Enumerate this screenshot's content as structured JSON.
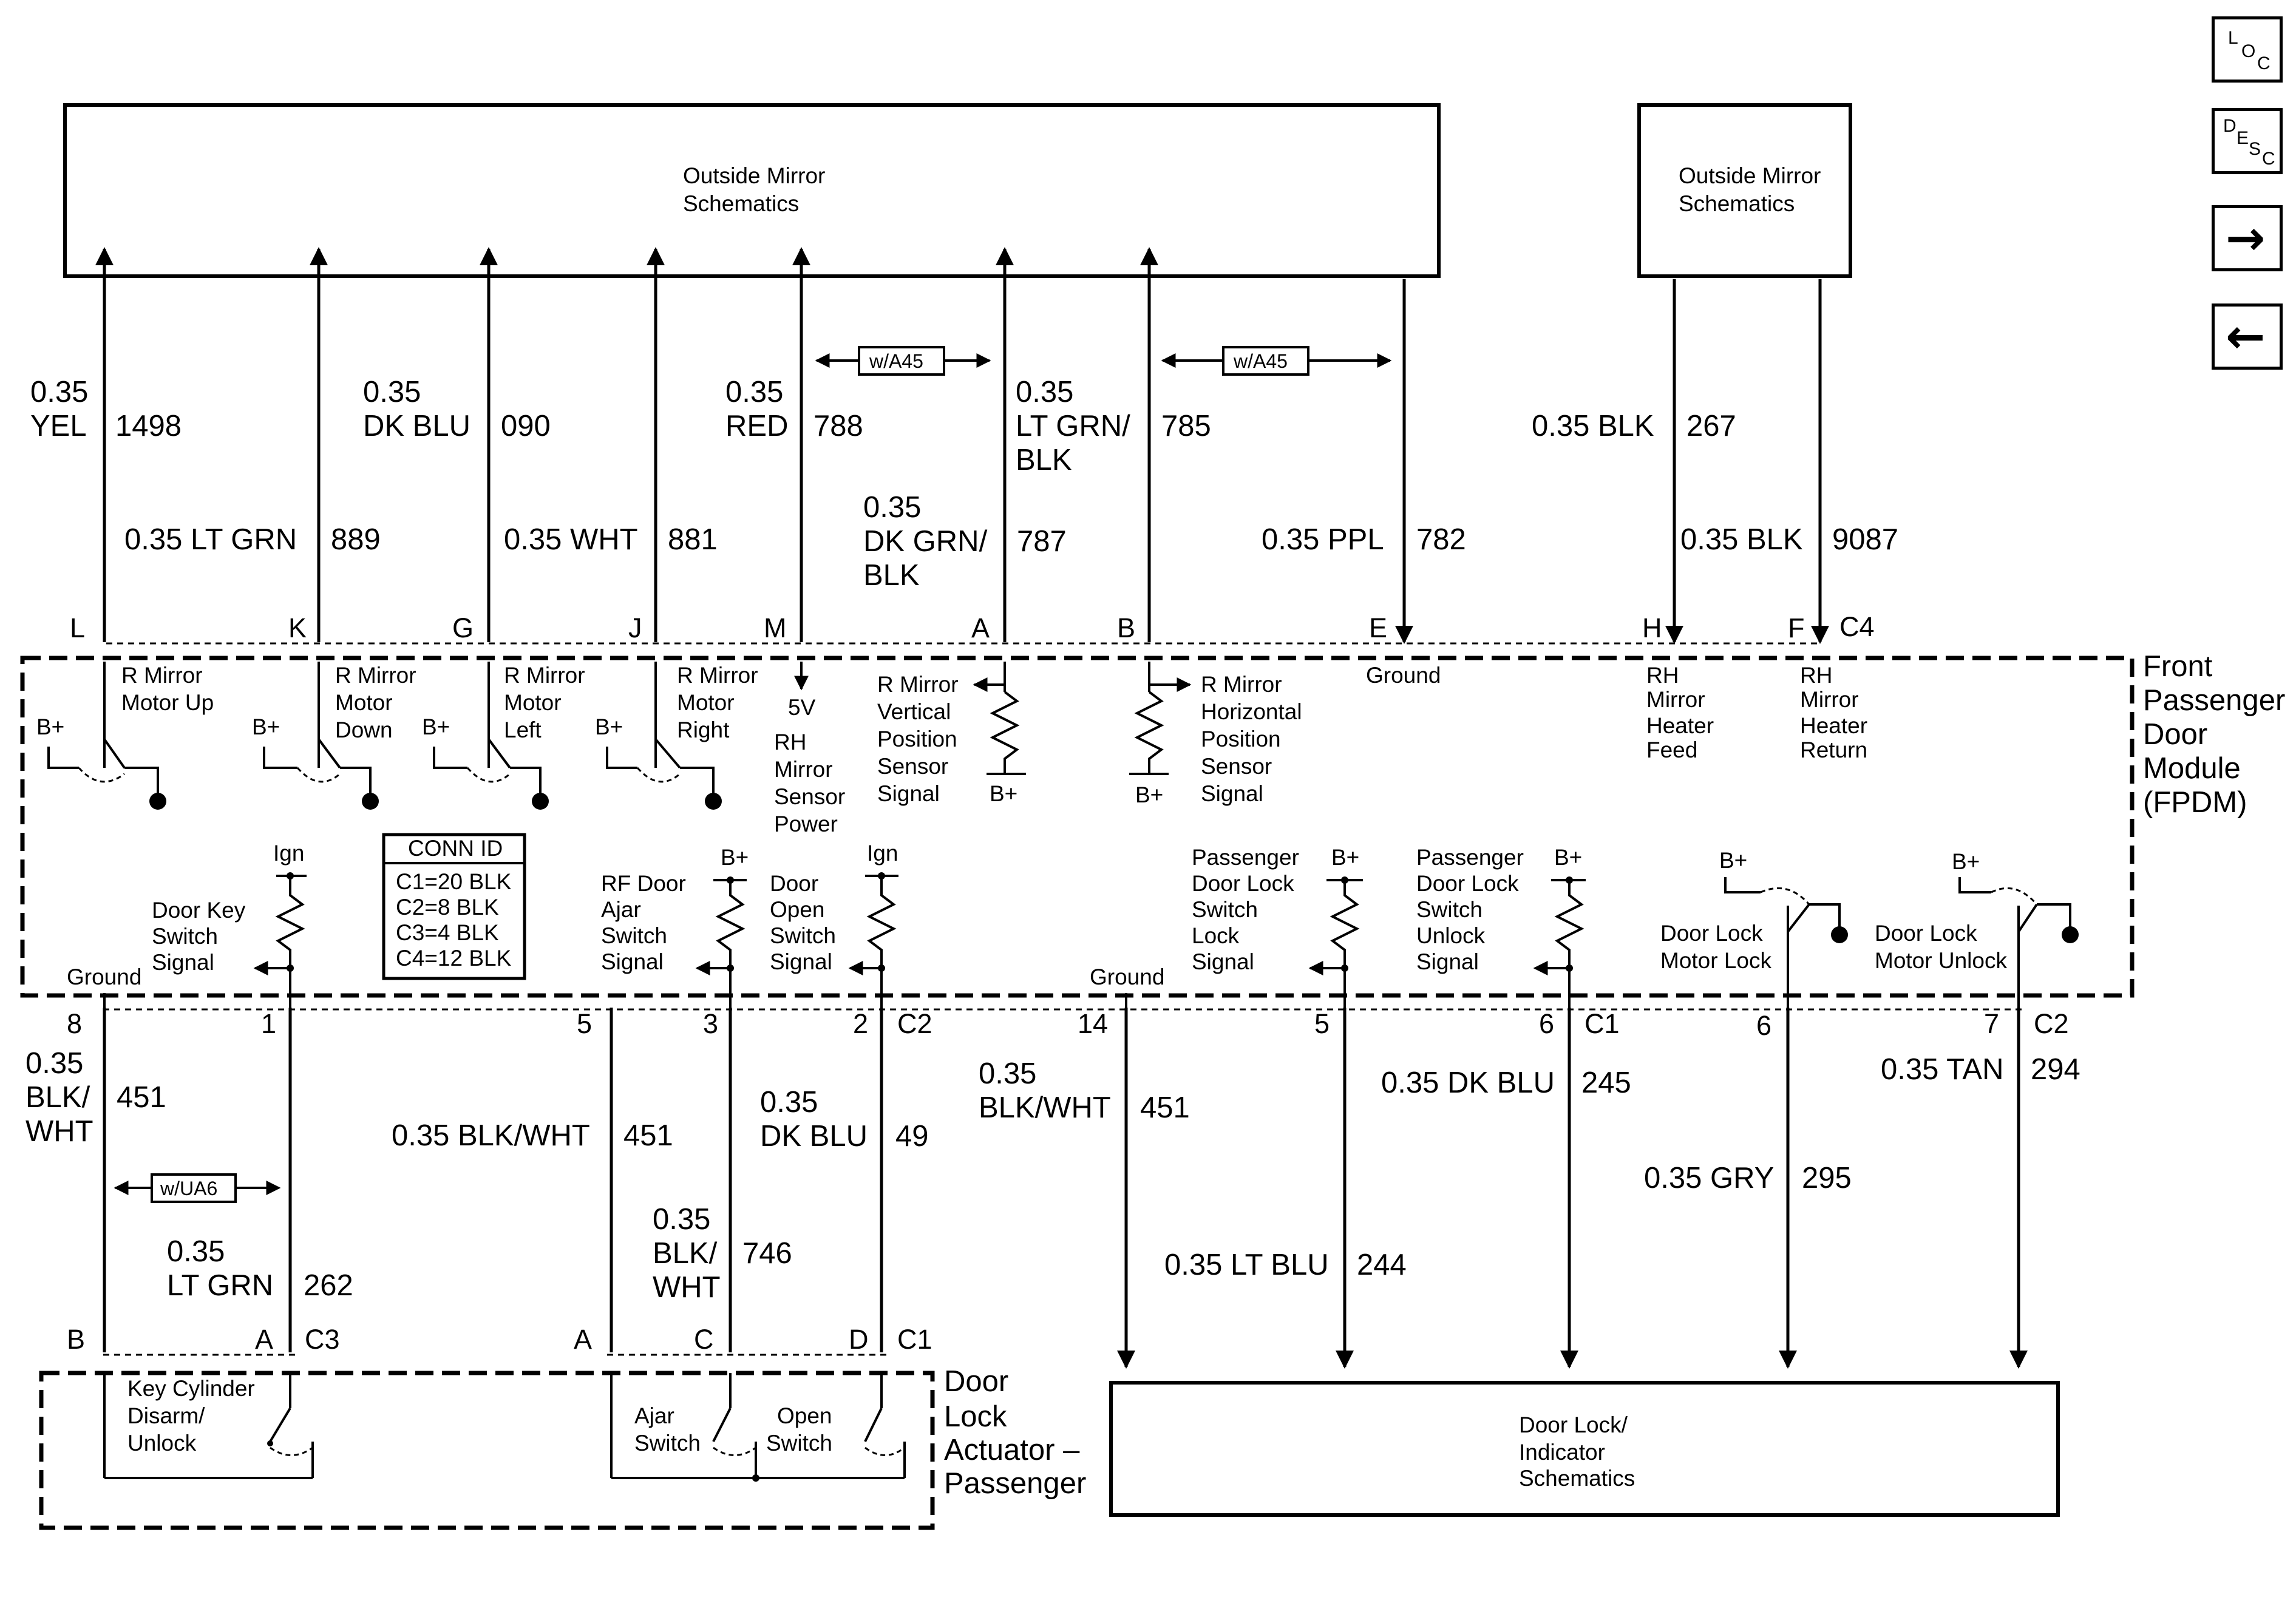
{
  "boxes": {
    "top_left": [
      "Outside Mirror",
      "Schematics"
    ],
    "top_right": [
      "Outside Mirror",
      "Schematics"
    ],
    "bottom_right": [
      "Door Lock/",
      "Indicator",
      "Schematics"
    ]
  },
  "module": {
    "name": [
      "Front",
      "Passenger",
      "Door",
      "Module",
      "(FPDM)"
    ],
    "conn_upper": "C4",
    "conn_lower_left": "C2",
    "conn_lower_right": "C1",
    "conn_lower_far": "C2"
  },
  "actuator": {
    "name": [
      "Door",
      "Lock",
      "Actuator –",
      "Passenger"
    ],
    "conn_left": "C3",
    "conn_right": "C1"
  },
  "option_tags": {
    "a": "w/A45",
    "b": "w/A45",
    "c": "w/UA6"
  },
  "conn_id": {
    "title": "CONN ID",
    "lines": [
      "C1=20 BLK",
      "C2=8 BLK",
      "C3=4 BLK",
      "C4=12 BLK"
    ]
  },
  "top_wires": [
    {
      "pin": "L",
      "label": [
        "0.35",
        "YEL"
      ],
      "circuit": "1498"
    },
    {
      "pin": "K",
      "label": [
        "0.35 LT GRN"
      ],
      "circuit": "889"
    },
    {
      "pin": "G",
      "label": [
        "0.35",
        "DK BLU"
      ],
      "circuit": "090"
    },
    {
      "pin": "J",
      "label": [
        "0.35 WHT"
      ],
      "circuit": "881"
    },
    {
      "pin": "M",
      "label": [
        "0.35",
        "RED"
      ],
      "circuit": "788"
    },
    {
      "pin": "A",
      "label": [
        "0.35",
        "DK GRN/",
        "BLK"
      ],
      "circuit": "787"
    },
    {
      "pin": "B",
      "label": [
        "0.35",
        "LT GRN/",
        "BLK"
      ],
      "circuit": "785"
    },
    {
      "pin": "E",
      "label": [
        "0.35 PPL"
      ],
      "circuit": "782"
    },
    {
      "pin": "H",
      "label": [
        "0.35 BLK"
      ],
      "circuit": "267"
    },
    {
      "pin": "F",
      "label": [
        "0.35 BLK"
      ],
      "circuit": "9087"
    }
  ],
  "top_funcs": {
    "L": [
      "R Mirror",
      "Motor Up"
    ],
    "K": [
      "R Mirror",
      "Motor",
      "Down"
    ],
    "G": [
      "R Mirror",
      "Motor",
      "Left"
    ],
    "J": [
      "R Mirror",
      "Motor",
      "Right"
    ],
    "M": [
      "5V",
      "RH",
      "Mirror",
      "Sensor",
      "Power"
    ],
    "A": [
      "R Mirror",
      "Vertical",
      "Position",
      "Sensor",
      "Signal"
    ],
    "B": [
      "R Mirror",
      "Horizontal",
      "Position",
      "Sensor",
      "Signal"
    ],
    "E": [
      "Ground"
    ],
    "H": [
      "RH",
      "Mirror",
      "Heater",
      "Feed"
    ],
    "F": [
      "RH",
      "Mirror",
      "Heater",
      "Return"
    ]
  },
  "symbols": {
    "bplus": "B+",
    "ign": "Ign",
    "ground": "Ground"
  },
  "bottom_funcs": {
    "dks": [
      "Door Key",
      "Switch",
      "Signal"
    ],
    "rfajar": [
      "RF Door",
      "Ajar",
      "Switch",
      "Signal"
    ],
    "dopen": [
      "Door",
      "Open",
      "Switch",
      "Signal"
    ],
    "pdlock": [
      "Passenger",
      "Door Lock",
      "Switch",
      "Lock",
      "Signal"
    ],
    "pdunlock": [
      "Passenger",
      "Door Lock",
      "Switch",
      "Unlock",
      "Signal"
    ],
    "mlock": [
      "Door Lock",
      "Motor Lock"
    ],
    "munlock": [
      "Door Lock",
      "Motor Unlock"
    ]
  },
  "bottom_wires": [
    {
      "pin": "8",
      "label": [
        "0.35",
        "BLK/",
        "WHT"
      ],
      "circuit": "451",
      "end_pin": "B"
    },
    {
      "pin": "1",
      "label": [
        "0.35",
        "LT GRN"
      ],
      "circuit": "262",
      "end_pin": "A"
    },
    {
      "pin": "5",
      "label": [
        "0.35 BLK/WHT"
      ],
      "circuit": "451",
      "end_pin": "A"
    },
    {
      "pin": "3",
      "label": [
        "0.35",
        "BLK/",
        "WHT"
      ],
      "circuit": "746",
      "end_pin": "C"
    },
    {
      "pin": "2",
      "label": [
        "0.35",
        "DK BLU"
      ],
      "circuit": "49",
      "end_pin": "D"
    },
    {
      "pin": "14",
      "label": [
        "0.35",
        "BLK/WHT"
      ],
      "circuit": "451"
    },
    {
      "pin": "5",
      "label": [
        "0.35 LT BLU"
      ],
      "circuit": "244"
    },
    {
      "pin": "6",
      "label": [
        "0.35 DK BLU"
      ],
      "circuit": "245"
    },
    {
      "pin": "6",
      "label": [
        "0.35 GRY"
      ],
      "circuit": "295"
    },
    {
      "pin": "7",
      "label": [
        "0.35 TAN"
      ],
      "circuit": "294"
    }
  ],
  "actuator_funcs": {
    "kc": [
      "Key Cylinder",
      "Disarm/",
      "Unlock"
    ],
    "ajar": [
      "Ajar",
      "Switch"
    ],
    "open": [
      "Open",
      "Switch"
    ]
  },
  "nav": {
    "loc": [
      "L",
      "O",
      "C"
    ],
    "desc": [
      "D",
      "E",
      "S",
      "C"
    ],
    "next": "→",
    "prev": "←"
  }
}
